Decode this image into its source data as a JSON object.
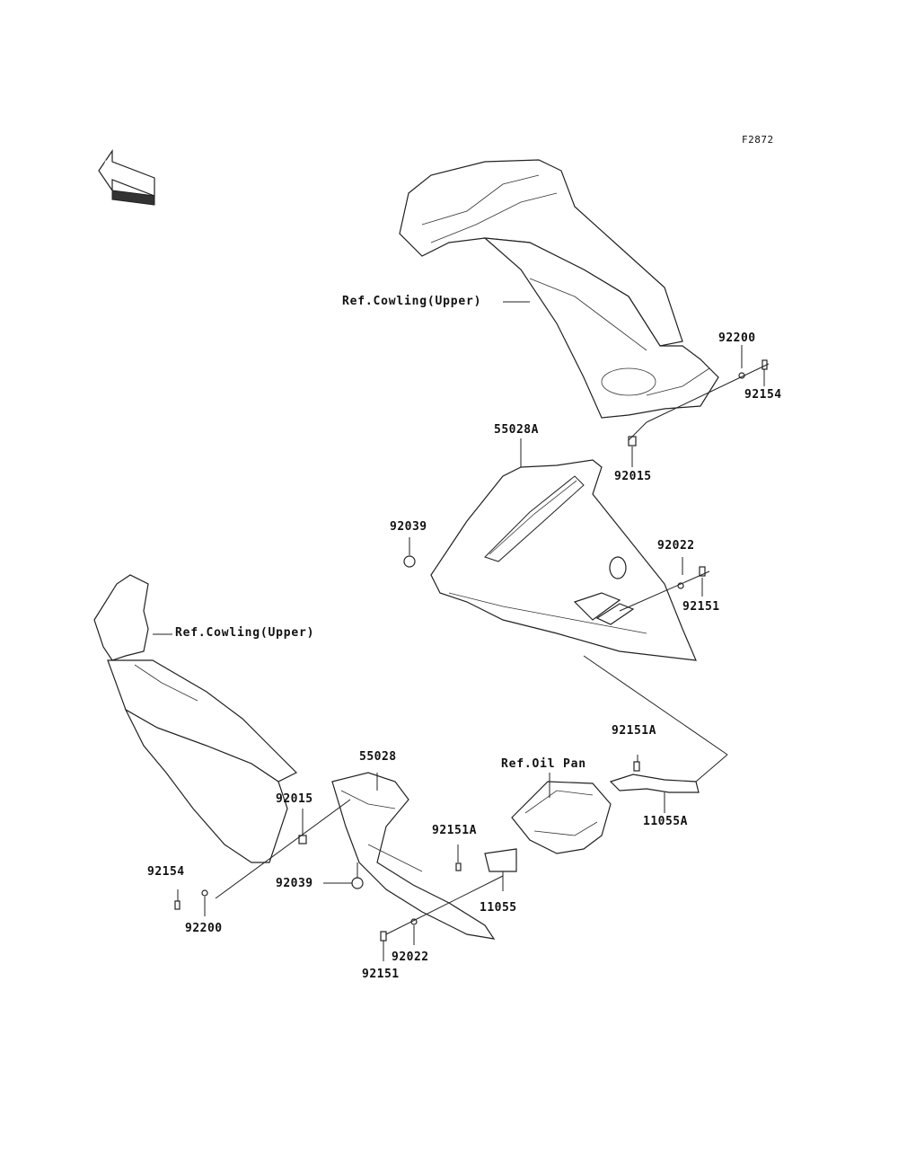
{
  "figure_code": "F2872",
  "front_indicator": "FRONT",
  "labels": {
    "ref_cowling_upper_top": "Ref.Cowling(Upper)",
    "ref_cowling_upper_left": "Ref.Cowling(Upper)",
    "ref_oil_pan": "Ref.Oil Pan",
    "p92200_right": "92200",
    "p92154_right": "92154",
    "p55028a": "55028A",
    "p92015_right": "92015",
    "p92039_right": "92039",
    "p92022_right": "92022",
    "p92151_right": "92151",
    "p92151a_top": "92151A",
    "p11055a": "11055A",
    "p55028": "55028",
    "p92015_left": "92015",
    "p92151a_mid": "92151A",
    "p92039_left": "92039",
    "p11055": "11055",
    "p92154_left": "92154",
    "p92200_left": "92200",
    "p92022_left": "92022",
    "p92151_left": "92151"
  }
}
